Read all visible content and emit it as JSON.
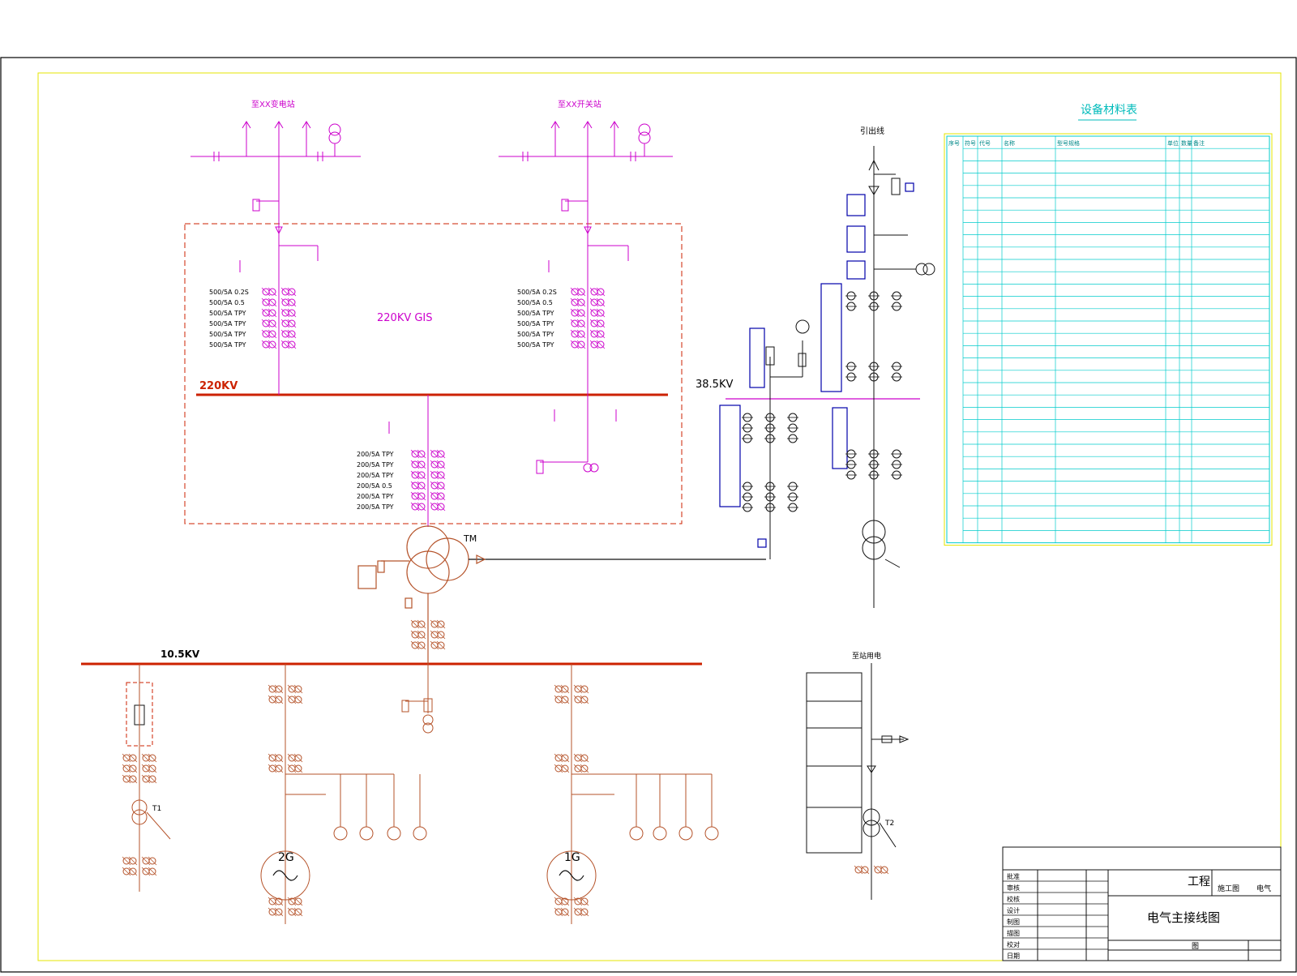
{
  "drawing": {
    "bus_220kv_label": "220KV",
    "bus_38kv_label": "38.5KV",
    "bus_10kv_label": "10.5KV",
    "gis_label": "220KV GIS",
    "line_left_label": "至XX变电站",
    "line_right_label": "至XX开关站",
    "top_right_feeder_label": "引出线",
    "bottom_right_feeder_label": "至站用电",
    "transformer_label": "TM",
    "gen1_label": "1G",
    "gen2_label": "2G",
    "station_tx_label": "T1",
    "station_tx2_label": "T2"
  },
  "ct_labels": {
    "left": [
      "500/5A 0.2S",
      "500/5A 0.5",
      "500/5A TPY",
      "500/5A TPY",
      "500/5A TPY",
      "500/5A TPY"
    ],
    "right": [
      "500/5A 0.2S",
      "500/5A 0.5",
      "500/5A TPY",
      "500/5A TPY",
      "500/5A TPY",
      "500/5A TPY"
    ],
    "center": [
      "200/5A TPY",
      "200/5A TPY",
      "200/5A TPY",
      "200/5A 0.5",
      "200/5A TPY",
      "200/5A TPY"
    ]
  },
  "table": {
    "title": "设备材料表",
    "headers": [
      "序号",
      "符号",
      "代号",
      "名称",
      "型号规格",
      "单位",
      "数量",
      "备注"
    ]
  },
  "title_block": {
    "project": "工程",
    "drawing_title": "电气主接线图",
    "rows": [
      "批准",
      "审核",
      "校核",
      "设计",
      "制图",
      "描图",
      "校对",
      "日期"
    ],
    "stage_label": "施工图",
    "part_label": "电气",
    "sheet_label": "图"
  },
  "colors": {
    "magenta": "#cc00cc",
    "bus_red": "#cc2200",
    "brown": "#b5532a",
    "cyan": "#00cccc",
    "navy": "#0000aa",
    "black": "#111111",
    "yellow": "#e6e600"
  }
}
